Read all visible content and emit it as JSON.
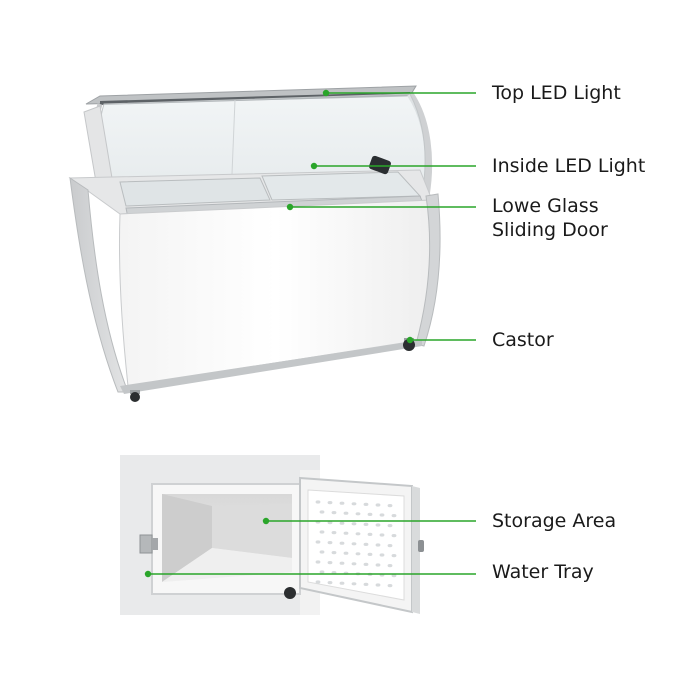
{
  "callouts": {
    "top_led_light": "Top LED Light",
    "inside_led_light": "Inside LED Light",
    "door_line1": "Lowe Glass",
    "door_line2": "Sliding Door",
    "castor": "Castor",
    "storage_area": "Storage Area",
    "water_tray": "Water Tray"
  },
  "colors": {
    "leader_line": "#2aa52a",
    "dot": "#2aa52a",
    "cabinet_frame": "#d4d6d8",
    "cabinet_panel": "#ffffff"
  }
}
